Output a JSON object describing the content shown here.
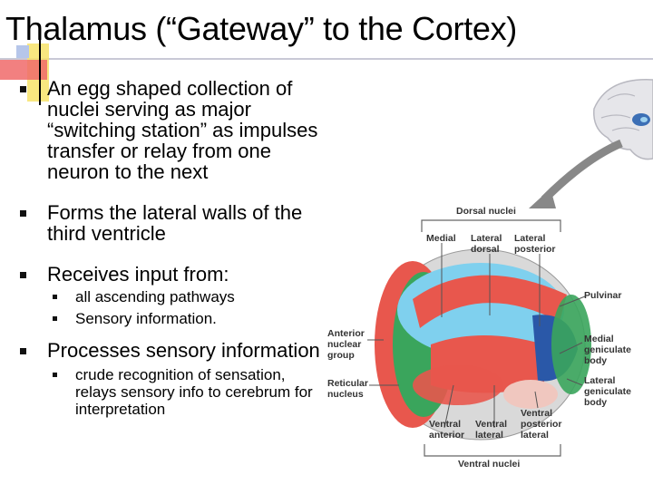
{
  "slide": {
    "title": "Thalamus (“Gateway” to the Cortex)",
    "bullets": [
      {
        "text": "An egg shaped collection of nuclei serving as major “switching station” as impulses transfer or relay from one neuron to the next"
      },
      {
        "text": "Forms the lateral walls of the third ventricle"
      },
      {
        "text": "Receives input from:",
        "sub": [
          "all ascending pathways",
          "Sensory information."
        ]
      },
      {
        "text": "Processes sensory information",
        "sub": [
          "crude recognition of sensation, relays sensory info to cerebrum for interpretation"
        ]
      }
    ]
  },
  "diagram": {
    "labels": {
      "dorsal_nuclei": "Dorsal nuclei",
      "medial": "Medial",
      "lateral_dorsal_1": "Lateral",
      "lateral_dorsal_2": "dorsal",
      "lateral_posterior_1": "Lateral",
      "lateral_posterior_2": "posterior",
      "pulvinar": "Pulvinar",
      "anterior_1": "Anterior",
      "anterior_2": "nuclear",
      "anterior_3": "group",
      "medial_geniculate_1": "Medial",
      "medial_geniculate_2": "geniculate",
      "medial_geniculate_3": "body",
      "reticular_1": "Reticular",
      "reticular_2": "nucleus",
      "lateral_geniculate_1": "Lateral",
      "lateral_geniculate_2": "geniculate",
      "lateral_geniculate_3": "body",
      "ventral_anterior_1": "Ventral",
      "ventral_anterior_2": "anterior",
      "ventral_lateral_1": "Ventral",
      "ventral_lateral_2": "lateral",
      "ventral_posterior_1": "Ventral",
      "ventral_posterior_2": "posterior",
      "ventral_posterior_3": "lateral",
      "ventral_nuclei": "Ventral nuclei"
    },
    "colors": {
      "red": "#e8574d",
      "green": "#3aa55c",
      "light_blue": "#7fd0ee",
      "dark_blue": "#2a58a8",
      "gray_body": "#d9d9d9"
    }
  }
}
